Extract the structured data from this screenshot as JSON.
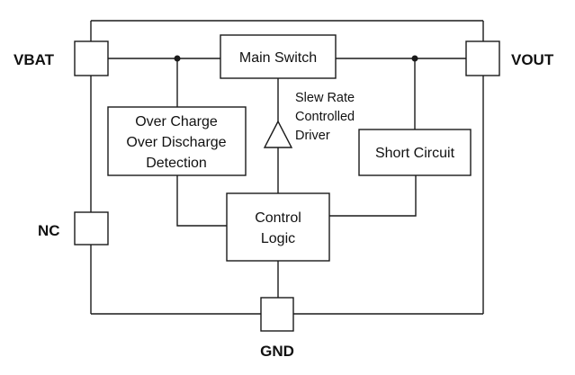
{
  "pins": {
    "vbat": "VBAT",
    "vout": "VOUT",
    "nc": "NC",
    "gnd": "GND"
  },
  "blocks": {
    "main_switch": "Main Switch",
    "protection": [
      "Over Charge",
      "Over Discharge",
      "Detection"
    ],
    "short_circuit": "Short Circuit",
    "control_logic": [
      "Control",
      "Logic"
    ]
  },
  "driver_label": [
    "Slew Rate",
    "Controlled",
    "Driver"
  ]
}
